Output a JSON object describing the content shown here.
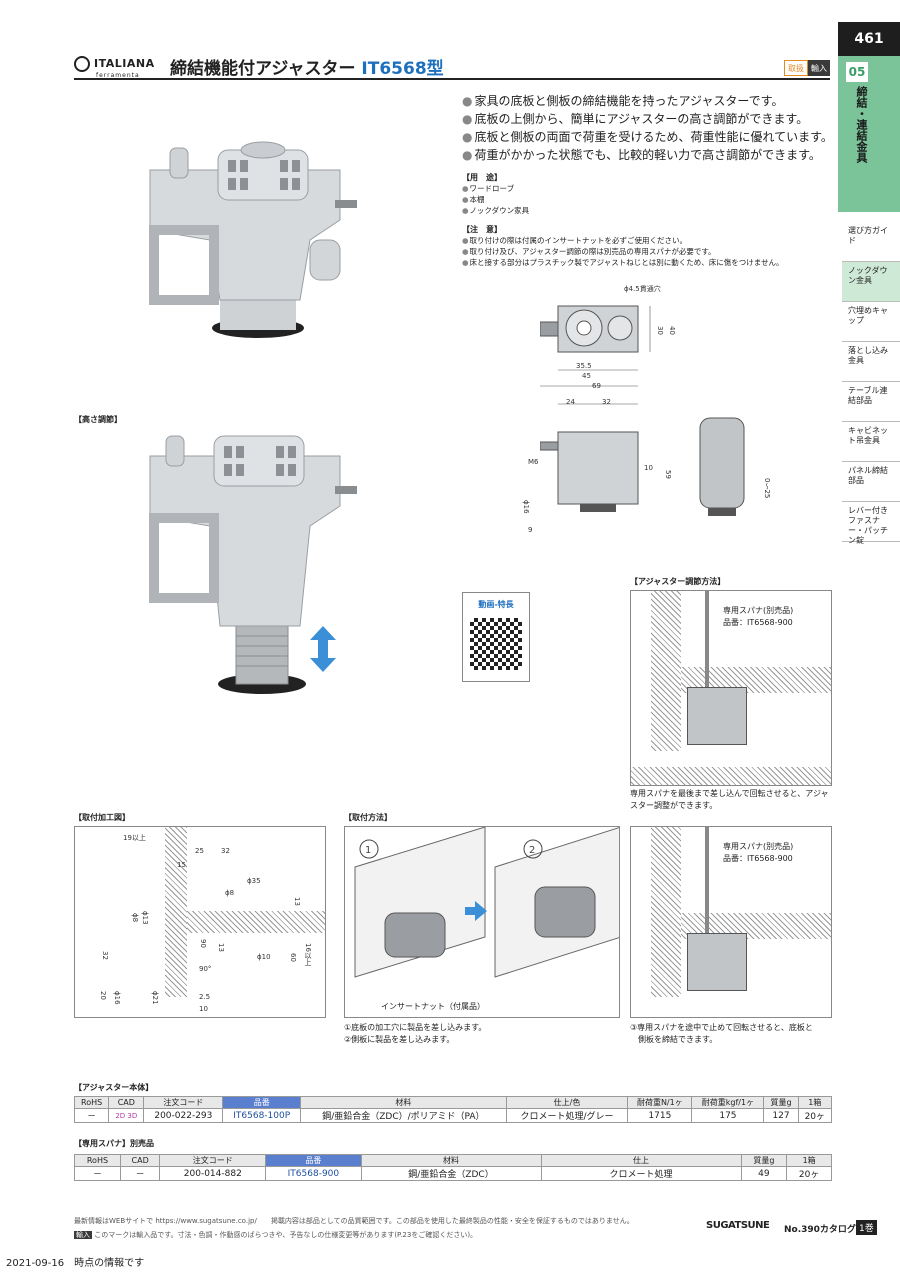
{
  "page_number": "461",
  "chapter": {
    "number": "05",
    "title": "締結・連結金具"
  },
  "side_index": [
    {
      "label": "選び方ガイド",
      "active": false
    },
    {
      "label": "ノックダウン金具",
      "active": true
    },
    {
      "label": "穴埋めキャップ",
      "active": false
    },
    {
      "label": "落とし込み金具",
      "active": false
    },
    {
      "label": "テーブル連結部品",
      "active": false
    },
    {
      "label": "キャビネット吊金具",
      "active": false
    },
    {
      "label": "パネル締結部品",
      "active": false
    },
    {
      "label": "レバー付きファスナー・パッチン錠",
      "active": false
    }
  ],
  "brand": "ITALIANA",
  "brand_sub": "ferramenta",
  "title_prefix": "締結機能付アジャスター",
  "title_model": "IT6568型",
  "tags": [
    "取扱",
    "輸入"
  ],
  "features": [
    "家具の底板と側板の締結機能を持ったアジャスターです。",
    "底板の上側から、簡単にアジャスターの高さ調節ができます。",
    "底板と側板の両面で荷重を受けるため、荷重性能に優れています。",
    "荷重がかかった状態でも、比較的軽い力で高さ調節ができます。"
  ],
  "usage_heading": "【用　途】",
  "usage": [
    "ワードローブ",
    "本棚",
    "ノックダウン家具"
  ],
  "caution_heading": "【注　意】",
  "cautions": [
    "取り付けの際は付属のインサートナットを必ずご使用ください。",
    "取り付け及び、アジャスター調節の際は別売品の専用スパナが必要です。",
    "床と接する部分はプラスチック製でアジャストねじとは別に動くため、床に傷をつけません。"
  ],
  "height_adjust_label": "【高さ調節】",
  "video_label": "動画-特長",
  "dims_top": {
    "hole": "ϕ4.5貫通穴",
    "d30": "30",
    "d40": "40",
    "d35_5": "35.5",
    "d45": "45",
    "d69": "69"
  },
  "dims_side": {
    "d24": "24",
    "d32": "32",
    "m6": "M6",
    "d10": "10",
    "d59": "59",
    "d16": "ϕ16",
    "d9": "9",
    "range": "0～25"
  },
  "adjust_method_label": "【アジャスター調節方法】",
  "spanner_label": "専用スパナ(別売品)",
  "spanner_part": "品番：IT6568-900",
  "adjust_caption": "専用スパナを最後まで差し込んで回転させると、アジャスター調整ができます。",
  "machining_label": "【取付加工図】",
  "machining_dims": [
    "19以上",
    "25",
    "32",
    "15",
    "ϕ35",
    "ϕ8",
    "ϕ8",
    "ϕ13",
    "13",
    "32",
    "90",
    "13",
    "ϕ10",
    "60",
    "16以上",
    "90°",
    "20",
    "ϕ16",
    "ϕ21",
    "2.5",
    "10"
  ],
  "install_label": "【取付方法】",
  "insert_nut": "インサートナット（付属品）",
  "install_caption": [
    "①底板の加工穴に製品を差し込みます。",
    "②側板に製品を差し込みます。"
  ],
  "step3_caption": [
    "③専用スパナを途中で止めて回転させると、底板と",
    "側板を締結できます。"
  ],
  "table1": {
    "heading": "【アジャスター本体】",
    "headers": [
      "RoHS",
      "CAD",
      "注文コード",
      "品番",
      "材料",
      "仕上/色",
      "耐荷重N/1ヶ",
      "耐荷重kgf/1ヶ",
      "質量g",
      "1箱"
    ],
    "rows": [
      [
        "－",
        "2D 3D",
        "200-022-293",
        "IT6568-100P",
        "鋼/亜鉛合金（ZDC）/ポリアミド（PA）",
        "クロメート処理/グレー",
        "1715",
        "175",
        "127",
        "20ヶ"
      ]
    ]
  },
  "table2": {
    "heading": "【専用スパナ】別売品",
    "headers": [
      "RoHS",
      "CAD",
      "注文コード",
      "品番",
      "材料",
      "仕上",
      "質量g",
      "1箱"
    ],
    "rows": [
      [
        "－",
        "－",
        "200-014-882",
        "IT6568-900",
        "鋼/亜鉛合金（ZDC）",
        "クロメート処理",
        "49",
        "20ヶ"
      ]
    ]
  },
  "footer_line1": "最新情報はWEBサイトで https://www.sugatsune.co.jp/　　掲載内容は部品としての品質範囲です。この部品を使用した最終製品の性能・安全を保証するものではありません。",
  "footer_line2": "このマークは輸入品です。寸法・色調・作動感のばらつきや、予告なしの仕様変更等があります(P.23をご確認ください)。",
  "footer_tag": "輸入",
  "maker": "SUGATSUNE",
  "catalog": "No.390カタログ",
  "volume": "1巻",
  "date_note": "2021-09-16　時点の情報です"
}
